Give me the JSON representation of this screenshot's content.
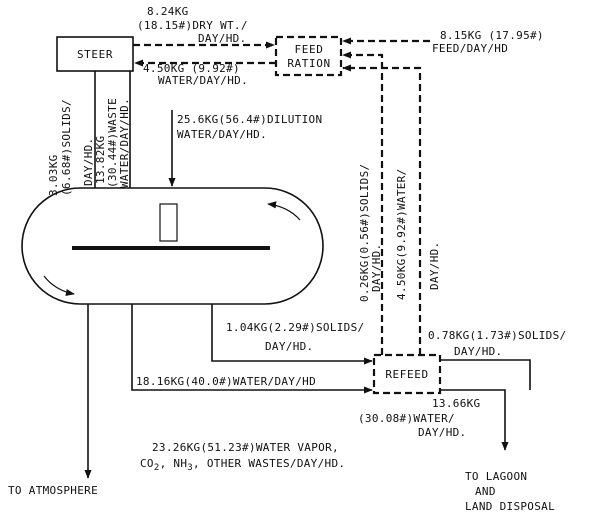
{
  "boxes": {
    "steer": "STEER",
    "feed_ration": [
      "FEED",
      "RATION"
    ],
    "refeed": "REFEED"
  },
  "flows": {
    "steer_to_feed_dry": [
      "8.24KG",
      "(18.15#)DRY WT./",
      "DAY/HD."
    ],
    "feed_to_steer_water": [
      "4.50KG (9.92#)",
      "WATER/DAY/HD."
    ],
    "feed_supply": [
      "8.15KG (17.95#)",
      "FEED/DAY/HD"
    ],
    "steer_solids": [
      "3.03KG",
      "(6.68#)SOLIDS/",
      "DAY/HD."
    ],
    "steer_waste": [
      "13.82KG",
      "(30.44#)WASTE",
      "WATER/DAY/HD."
    ],
    "dilution": [
      "25.6KG(56.4#)DILUTION",
      "WATER/DAY/HD."
    ],
    "return_solids": [
      "0.26KG(0.56#)SOLIDS/",
      "DAY/HD."
    ],
    "return_water": [
      "4.50KG(9.92#)WATER/",
      "DAY/HD."
    ],
    "to_refeed_solids": [
      "1.04KG(2.29#)SOLIDS/",
      "DAY/HD."
    ],
    "to_refeed_water": "18.16KG(40.0#)WATER/DAY/HD",
    "refeed_out_solids": [
      "0.78KG(1.73#)SOLIDS/",
      "DAY/HD."
    ],
    "refeed_out_water": [
      "13.66KG",
      "(30.08#)WATER/",
      "DAY/HD."
    ],
    "vapor": [
      "23.26KG(51.23#)WATER VAPOR,",
      "CO",
      "2",
      ", NH",
      "3",
      ", OTHER WASTES/DAY/HD."
    ]
  },
  "destinations": {
    "atmosphere": "TO ATMOSPHERE",
    "lagoon": [
      "TO LAGOON",
      "AND",
      "LAND DISPOSAL"
    ]
  }
}
